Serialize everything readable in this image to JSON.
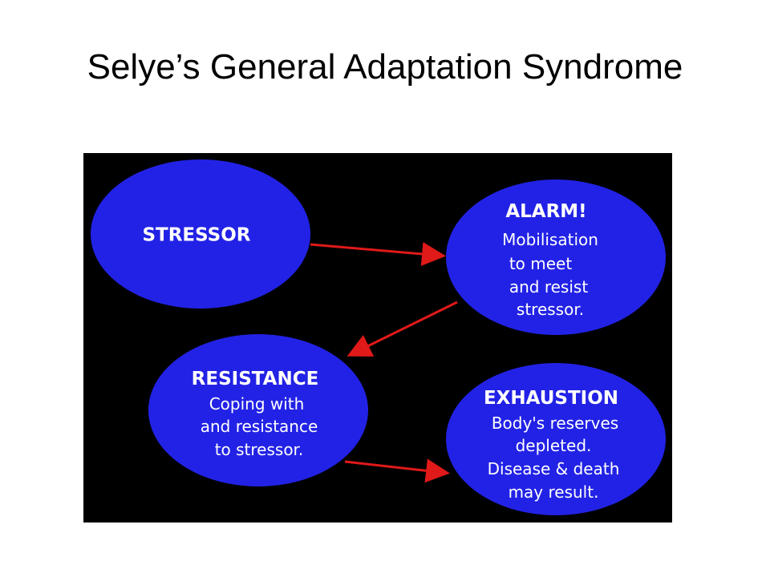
{
  "slide": {
    "title": "Selye’s General Adaptation Syndrome"
  },
  "colors": {
    "background": "#ffffff",
    "panel": "#000000",
    "node_fill": "#2222e6",
    "arrow": "#e01919",
    "node_text": "#ffffff"
  },
  "diagram": {
    "stressor": {
      "title": "STRESSOR"
    },
    "alarm": {
      "title": "ALARM!",
      "lines": [
        "Mobilisation",
        "to meet",
        "and resist",
        "stressor."
      ]
    },
    "resistance": {
      "title": "RESISTANCE",
      "lines": [
        "Coping with",
        "and resistance",
        "to stressor."
      ]
    },
    "exhaustion": {
      "title": "EXHAUSTION",
      "lines": [
        "Body's reserves",
        "depleted.",
        "Disease & death",
        "may result."
      ]
    }
  }
}
